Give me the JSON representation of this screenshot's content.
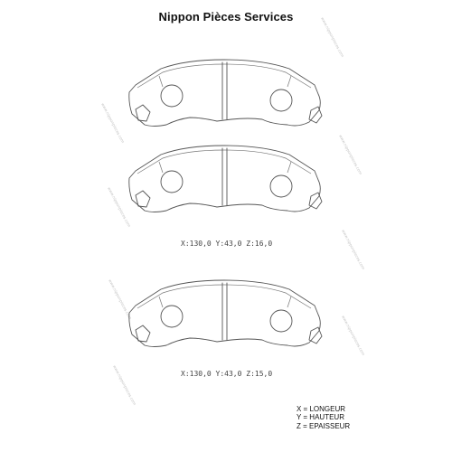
{
  "header": {
    "title": "Nippon Pièces Services"
  },
  "watermark": {
    "text": "www.nipponpieces.com",
    "color": "#c4c4c4"
  },
  "views": [
    {
      "id": "pad-top"
    },
    {
      "id": "pad-middle",
      "dimensions": "X:130,0  Y:43,0  Z:16,0"
    },
    {
      "id": "pad-bottom",
      "dimensions": "X:130,0  Y:43,0  Z:15,0"
    }
  ],
  "legend": {
    "x": "X = LONGEUR",
    "y": "Y = HAUTEUR",
    "z": "Z = EPAISSEUR"
  }
}
